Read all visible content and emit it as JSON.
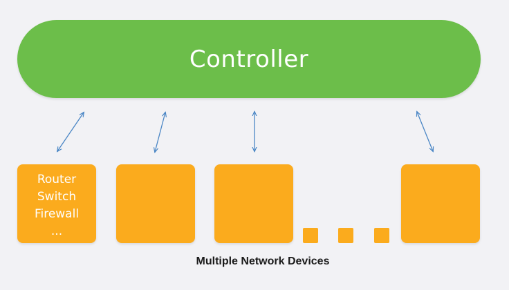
{
  "controller": {
    "label": "Controller"
  },
  "devices": {
    "first_lines": [
      "Router",
      "Switch",
      "Firewall",
      "..."
    ]
  },
  "caption": "Multiple Network Devices",
  "colors": {
    "controller": "#6cbe4a",
    "device": "#fbab1d",
    "arrow": "#4a86c5",
    "background": "#f2f2f5"
  }
}
